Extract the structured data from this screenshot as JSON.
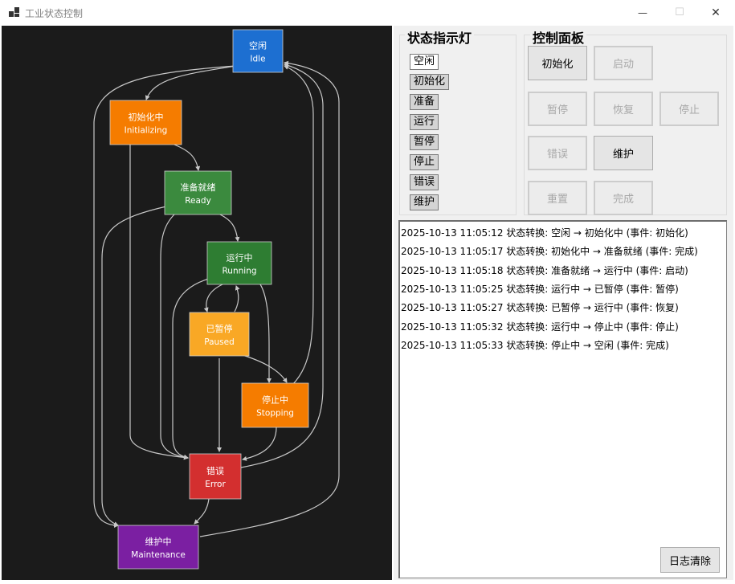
{
  "window": {
    "title": "工业状态控制",
    "minimize_glyph": "—",
    "maximize_glyph": "☐",
    "close_glyph": "✕"
  },
  "icons": {
    "app": "app-windows-icon",
    "minimize": "minimize-icon",
    "maximize": "maximize-icon",
    "close": "close-icon"
  },
  "diagram": {
    "nodes": [
      {
        "id": "idle",
        "label_cn": "空闲",
        "label_en": "Idle",
        "color": "#1d6fd1"
      },
      {
        "id": "initializing",
        "label_cn": "初始化中",
        "label_en": "Initializing",
        "color": "#f57c00"
      },
      {
        "id": "ready",
        "label_cn": "准备就绪",
        "label_en": "Ready",
        "color": "#3b8a3e"
      },
      {
        "id": "running",
        "label_cn": "运行中",
        "label_en": "Running",
        "color": "#2e7d32"
      },
      {
        "id": "paused",
        "label_cn": "已暂停",
        "label_en": "Paused",
        "color": "#f9a825"
      },
      {
        "id": "stopping",
        "label_cn": "停止中",
        "label_en": "Stopping",
        "color": "#f57c00"
      },
      {
        "id": "error",
        "label_cn": "错误",
        "label_en": "Error",
        "color": "#d32f2f"
      },
      {
        "id": "maintenance",
        "label_cn": "维护中",
        "label_en": "Maintenance",
        "color": "#7b1fa2"
      }
    ],
    "edge_color": "#c8c8c8"
  },
  "indicators": {
    "title": "状态指示灯",
    "items": [
      {
        "label": "空闲",
        "active": true
      },
      {
        "label": "初始化",
        "active": false
      },
      {
        "label": "准备",
        "active": false
      },
      {
        "label": "运行",
        "active": false
      },
      {
        "label": "暂停",
        "active": false
      },
      {
        "label": "停止",
        "active": false
      },
      {
        "label": "错误",
        "active": false
      },
      {
        "label": "维护",
        "active": false
      }
    ]
  },
  "control": {
    "title": "控制面板",
    "buttons": [
      {
        "label": "初始化",
        "enabled": true
      },
      {
        "label": "启动",
        "enabled": false
      },
      {
        "label": "暂停",
        "enabled": false
      },
      {
        "label": "恢复",
        "enabled": false
      },
      {
        "label": "停止",
        "enabled": false
      },
      {
        "label": "错误",
        "enabled": false
      },
      {
        "label": "维护",
        "enabled": true
      },
      {
        "label": "重置",
        "enabled": false
      },
      {
        "label": "完成",
        "enabled": false
      }
    ]
  },
  "log": {
    "lines": [
      "2025-10-13 11:05:12 状态转换: 空闲 → 初始化中 (事件: 初始化)",
      "2025-10-13 11:05:17 状态转换: 初始化中 → 准备就绪 (事件: 完成)",
      "2025-10-13 11:05:18 状态转换: 准备就绪 → 运行中 (事件: 启动)",
      "2025-10-13 11:05:25 状态转换: 运行中 → 已暂停 (事件: 暂停)",
      "2025-10-13 11:05:27 状态转换: 已暂停 → 运行中 (事件: 恢复)",
      "2025-10-13 11:05:32 状态转换: 运行中 → 停止中 (事件: 停止)",
      "2025-10-13 11:05:33 状态转换: 停止中 → 空闲 (事件: 完成)"
    ],
    "clear_label": "日志清除"
  }
}
